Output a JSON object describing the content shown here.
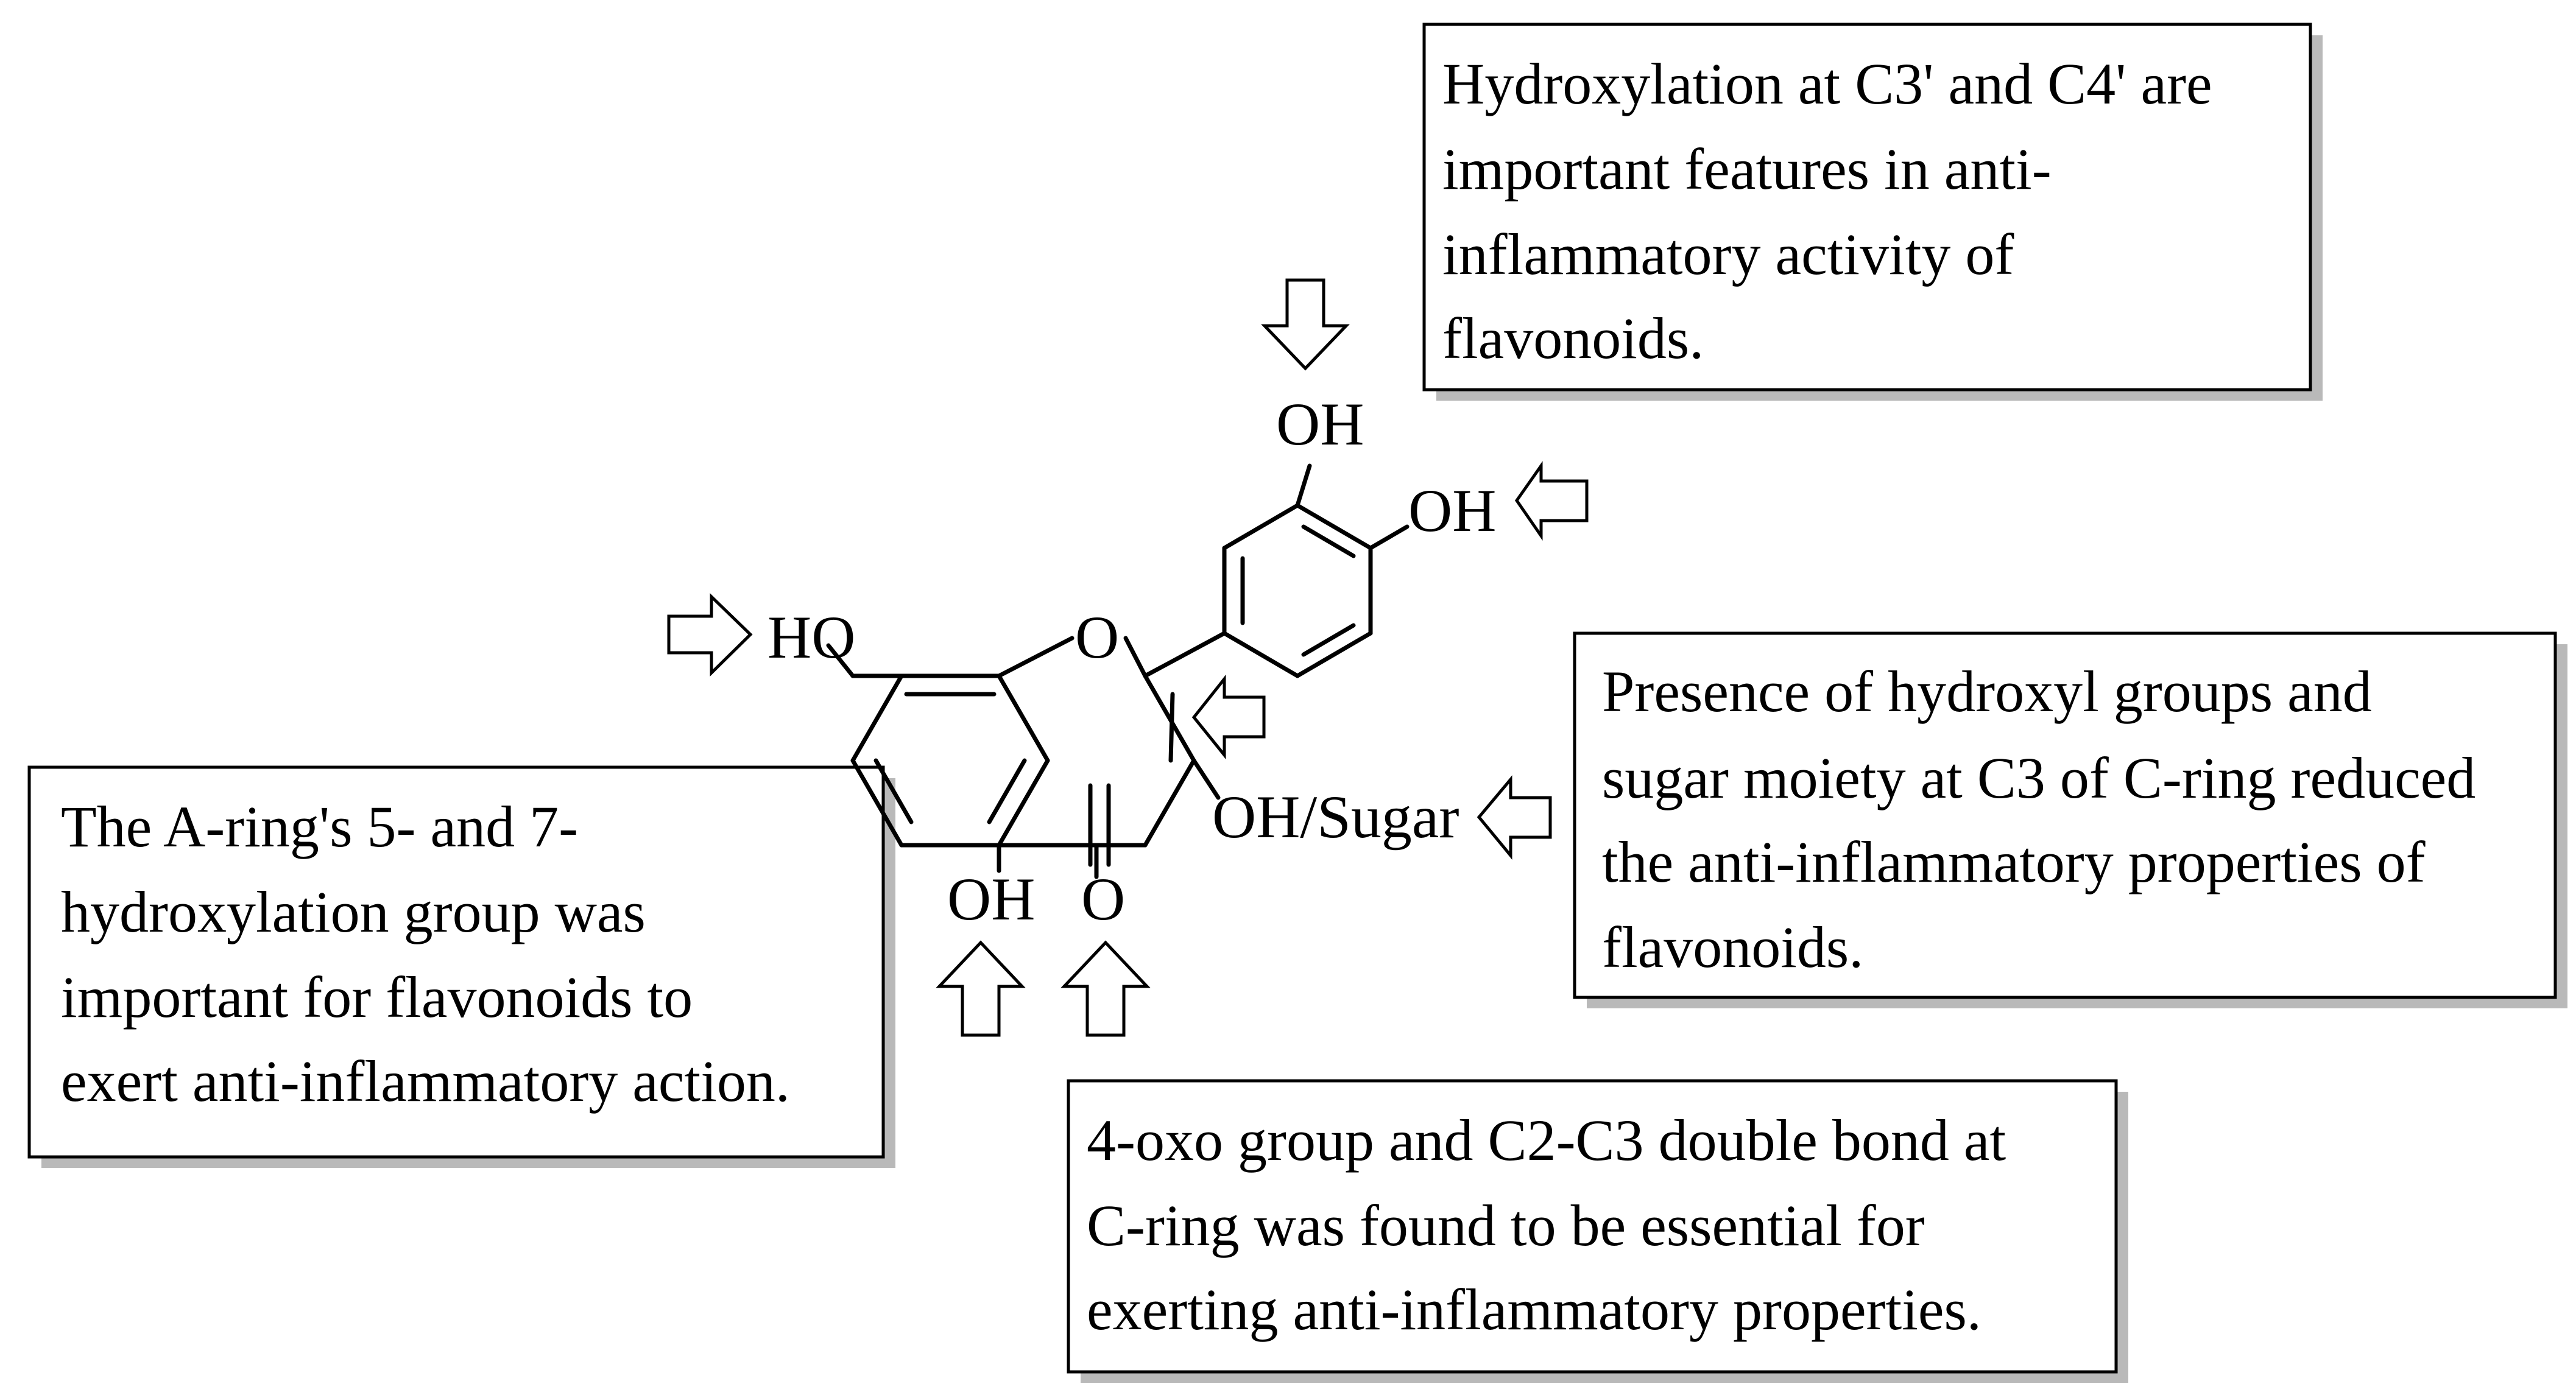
{
  "boxes": {
    "top_right": {
      "lines": [
        "Hydroxylation at C3' and C4' are",
        "important features in anti-",
        "inflammatory activity of",
        "flavonoids."
      ]
    },
    "right": {
      "lines": [
        "Presence of hydroxyl groups and",
        "sugar moiety at C3 of C-ring reduced",
        "the anti-inflammatory properties of",
        "flavonoids."
      ]
    },
    "left": {
      "lines": [
        "The A-ring's 5- and 7-",
        "hydroxylation group was",
        "important for flavonoids to",
        "exert anti-inflammatory action."
      ]
    },
    "bottom": {
      "lines": [
        "4-oxo group and C2-C3 double bond at",
        "C-ring was found to be essential for",
        "exerting anti-inflammatory properties."
      ]
    }
  },
  "molecule": {
    "labels": {
      "oh_3prime": "OH",
      "oh_4prime": "OH",
      "ho_7": "HO",
      "ring_o": "O",
      "oh_sugar_3": "OH/Sugar",
      "oh_5": "OH",
      "oxo_4": "O"
    }
  },
  "arrows": [
    {
      "name": "arrow-to-3prime-oh",
      "direction": "down"
    },
    {
      "name": "arrow-to-4prime-oh",
      "direction": "left"
    },
    {
      "name": "arrow-to-7-ho",
      "direction": "right"
    },
    {
      "name": "arrow-to-c2-c3-bond",
      "direction": "left"
    },
    {
      "name": "arrow-to-3-oh-sugar",
      "direction": "left"
    },
    {
      "name": "arrow-to-5-oh",
      "direction": "up"
    },
    {
      "name": "arrow-to-4-oxo",
      "direction": "up"
    }
  ],
  "colors": {
    "ink": "#000000",
    "background": "#ffffff",
    "box_shadow": "#b9b9b9"
  }
}
